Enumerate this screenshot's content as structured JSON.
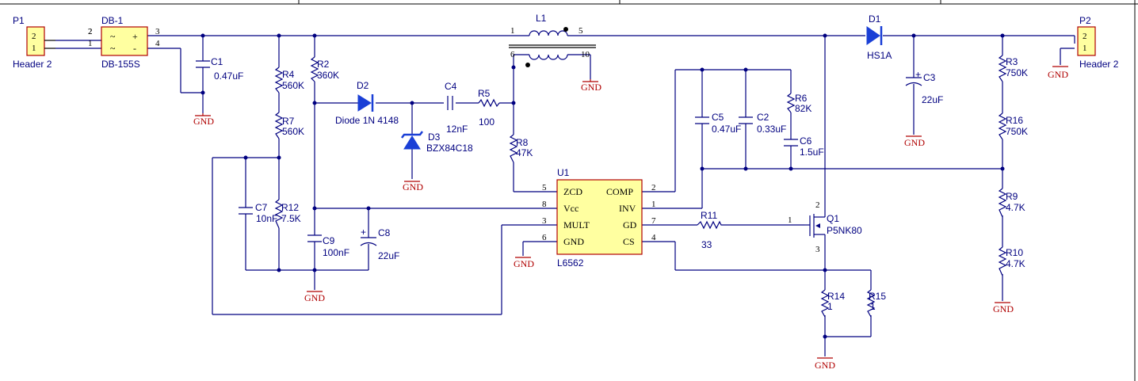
{
  "gnd_label": "GND",
  "connectors": {
    "p1": {
      "ref": "P1",
      "value": "Header 2",
      "pin_top": "2",
      "pin_bottom": "1"
    },
    "p2": {
      "ref": "P2",
      "value": "Header 2",
      "pin_top": "2",
      "pin_bottom": "1"
    }
  },
  "bridge": {
    "ref": "DB-1",
    "value": "DB-155S",
    "pin_a": "2",
    "pin_b": "1",
    "pin_c": "3",
    "pin_d": "4"
  },
  "caps": {
    "c1": {
      "ref": "C1",
      "value": "0.47uF"
    },
    "c2": {
      "ref": "C2",
      "value": "0.33uF"
    },
    "c3": {
      "ref": "C3",
      "value": "22uF"
    },
    "c4": {
      "ref": "C4",
      "value": "12nF"
    },
    "c5": {
      "ref": "C5",
      "value": "0.47uF"
    },
    "c6": {
      "ref": "C6",
      "value": "1.5uF"
    },
    "c7": {
      "ref": "C7",
      "value": "10nF"
    },
    "c8": {
      "ref": "C8",
      "value": "22uF"
    },
    "c9": {
      "ref": "C9",
      "value": "100nF"
    }
  },
  "resistors": {
    "r2": {
      "ref": "R2",
      "value": "360K"
    },
    "r3": {
      "ref": "R3",
      "value": "750K"
    },
    "r4": {
      "ref": "R4",
      "value": "560K"
    },
    "r5": {
      "ref": "R5",
      "value": "100"
    },
    "r6": {
      "ref": "R6",
      "value": "82K"
    },
    "r7": {
      "ref": "R7",
      "value": "560K"
    },
    "r8": {
      "ref": "R8",
      "value": "47K"
    },
    "r9": {
      "ref": "R9",
      "value": "4.7K"
    },
    "r10": {
      "ref": "R10",
      "value": "4.7K"
    },
    "r11": {
      "ref": "R11",
      "value": "33"
    },
    "r12": {
      "ref": "R12",
      "value": "7.5K"
    },
    "r14": {
      "ref": "R14",
      "value": "1"
    },
    "r15": {
      "ref": "R15",
      "value": "1"
    },
    "r16": {
      "ref": "R16",
      "value": "750K"
    }
  },
  "diodes": {
    "d1": {
      "ref": "D1",
      "value": "HS1A"
    },
    "d2": {
      "ref": "D2",
      "value": "Diode 1N 4148"
    },
    "d3": {
      "ref": "D3",
      "value": "BZX84C18"
    }
  },
  "inductor": {
    "ref": "L1",
    "pin1": "1",
    "pin5": "5",
    "pin6": "6",
    "pin10": "10"
  },
  "ic": {
    "ref": "U1",
    "part": "L6562",
    "pins": [
      {
        "num": "5",
        "name": "ZCD"
      },
      {
        "num": "8",
        "name": "Vcc"
      },
      {
        "num": "3",
        "name": "MULT"
      },
      {
        "num": "6",
        "name": "GND"
      },
      {
        "num": "2",
        "name": "COMP"
      },
      {
        "num": "1",
        "name": "INV"
      },
      {
        "num": "7",
        "name": "GD"
      },
      {
        "num": "4",
        "name": "CS"
      }
    ]
  },
  "mosfet": {
    "ref": "Q1",
    "value": "P5NK80",
    "pin_gate": "1",
    "pin_drain": "2",
    "pin_source": "3"
  }
}
